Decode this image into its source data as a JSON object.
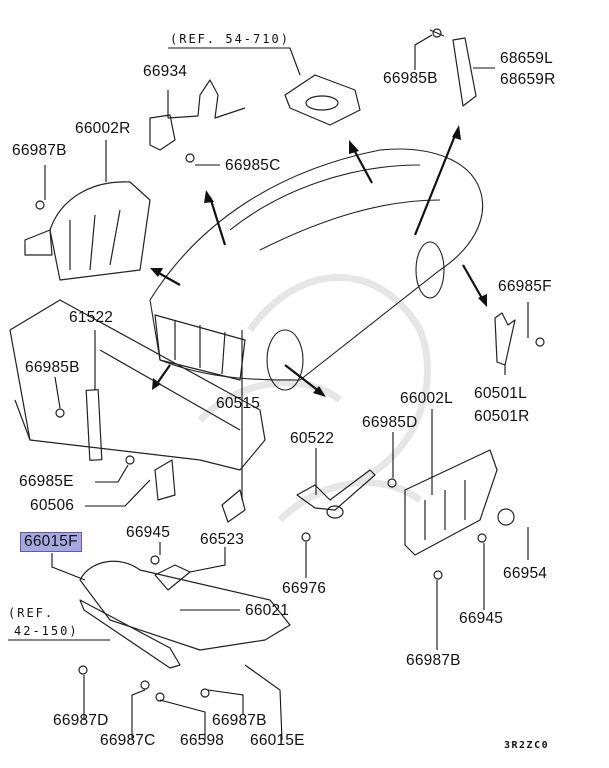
{
  "diagram": {
    "title": "Front body / undercover parts diagram",
    "code": "3R2ZC0",
    "highlight_color": "#a8a8e0",
    "references": [
      {
        "id": "ref-54-710",
        "text": "(REF. 54-710)"
      },
      {
        "id": "ref-42-150-a",
        "text": "(REF."
      },
      {
        "id": "ref-42-150-b",
        "text": "42-150)"
      }
    ],
    "labels": [
      {
        "id": "66934",
        "text": "66934"
      },
      {
        "id": "66002R",
        "text": "66002R"
      },
      {
        "id": "66987B-top",
        "text": "66987B"
      },
      {
        "id": "66985C",
        "text": "66985C"
      },
      {
        "id": "66985B-top",
        "text": "66985B"
      },
      {
        "id": "68659L",
        "text": "68659L"
      },
      {
        "id": "68659R",
        "text": "68659R"
      },
      {
        "id": "61522",
        "text": "61522"
      },
      {
        "id": "66985B-mid",
        "text": "66985B"
      },
      {
        "id": "60515",
        "text": "60515"
      },
      {
        "id": "66985E",
        "text": "66985E"
      },
      {
        "id": "60506",
        "text": "60506"
      },
      {
        "id": "66985F",
        "text": "66985F"
      },
      {
        "id": "60501L",
        "text": "60501L"
      },
      {
        "id": "60501R",
        "text": "60501R"
      },
      {
        "id": "66002L",
        "text": "66002L"
      },
      {
        "id": "66985D",
        "text": "66985D"
      },
      {
        "id": "60522",
        "text": "60522"
      },
      {
        "id": "66015F",
        "text": "66015F",
        "highlighted": true
      },
      {
        "id": "66945-left",
        "text": "66945"
      },
      {
        "id": "66523",
        "text": "66523"
      },
      {
        "id": "66976",
        "text": "66976"
      },
      {
        "id": "66954",
        "text": "66954"
      },
      {
        "id": "66945-right",
        "text": "66945"
      },
      {
        "id": "66021",
        "text": "66021"
      },
      {
        "id": "66987D",
        "text": "66987D"
      },
      {
        "id": "66987C",
        "text": "66987C"
      },
      {
        "id": "66598",
        "text": "66598"
      },
      {
        "id": "66987B-bottom",
        "text": "66987B"
      },
      {
        "id": "66015E",
        "text": "66015E"
      },
      {
        "id": "66987B-right",
        "text": "66987B"
      }
    ]
  }
}
